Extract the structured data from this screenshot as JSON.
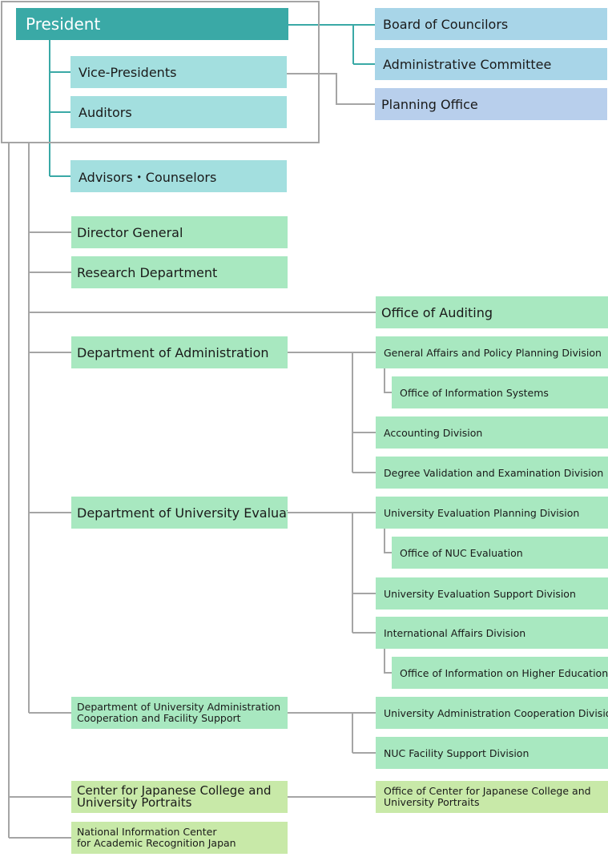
{
  "president": "President",
  "board_of_councilors": "Board of Councilors",
  "administrative_committee": "Administrative Committee",
  "vice_presidents": "Vice-Presidents",
  "auditors": "Auditors",
  "planning_office": "Planning Office",
  "advisors_counselors": "Advisors・Counselors",
  "director_general": "Director General",
  "research_department": "Research Department",
  "office_of_auditing": "Office of Auditing",
  "dept_administration": {
    "label": "Department of Administration",
    "general_affairs": "General Affairs and Policy Planning Division",
    "office_info_systems": "Office of Information Systems",
    "accounting": "Accounting Division",
    "degree_validation": "Degree Validation and Examination Division"
  },
  "dept_evaluation": {
    "label": "Department of University Evaluation",
    "planning_division": "University Evaluation Planning Division",
    "office_nuc_evaluation": "Office of NUC Evaluation",
    "support_division": "University Evaluation Support Division",
    "international_affairs": "International Affairs Division",
    "office_info_higher_ed": "Office of Information on Higher Education"
  },
  "dept_cooperation": {
    "label_line1": "Department of University Administration",
    "label_line2": "Cooperation and Facility Support",
    "cooperation_division": "University Administration Cooperation Division",
    "facility_division": "NUC Facility Support Division"
  },
  "center_portraits": {
    "label_line1": "Center for Japanese College and",
    "label_line2": "University Portraits",
    "office_line1": "Office of Center for Japanese College and",
    "office_line2": "University Portraits"
  },
  "nic": {
    "label_line1": "National Information Center",
    "label_line2": "for Academic Recognition Japan"
  }
}
